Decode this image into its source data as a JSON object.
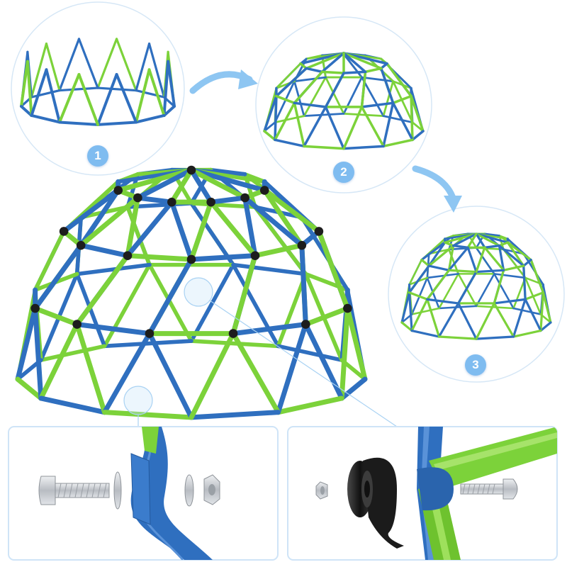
{
  "steps": [
    {
      "number": "1"
    },
    {
      "number": "2"
    },
    {
      "number": "3"
    }
  ],
  "colors": {
    "blue_tube": "#2f6fbf",
    "green_tube": "#7cd23a",
    "accent": "#8ec6f2",
    "badge": "#7fbcf0",
    "panel_border": "#cfe4f7",
    "connector": "#1d1d1d",
    "metal": "#c9ccd0"
  },
  "icons": {
    "arrow": "curved-arrow-icon",
    "bolt": "bolt-icon",
    "nut": "nut-icon",
    "washer": "washer-icon",
    "cap": "end-cap-icon"
  }
}
